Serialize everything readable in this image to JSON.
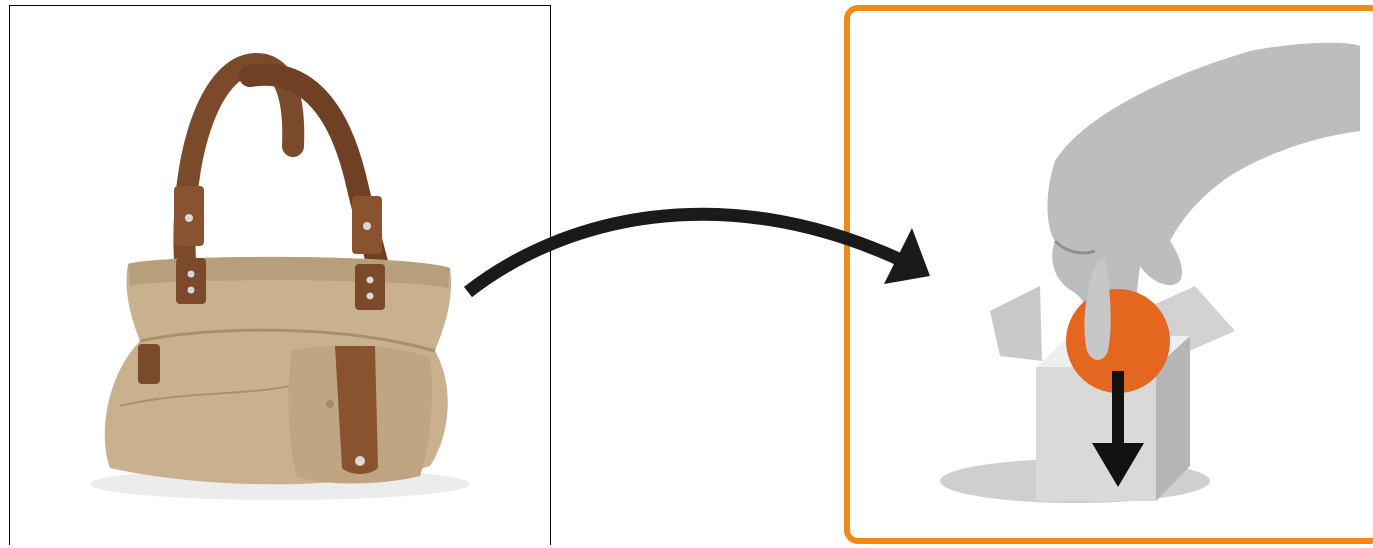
{
  "scene": {
    "left_image": {
      "subject": "canvas-handbag",
      "colors": {
        "canvas": "#c9b08e",
        "canvas_dark": "#a88f6d",
        "leather": "#7b4a2a",
        "leather_light": "#9a5f38",
        "rivet": "#d8d8d8"
      }
    },
    "right_image": {
      "subject": "hand-placing-orange-disc-into-box",
      "colors": {
        "frame": "#f28a1a",
        "hand": "#bdbdbd",
        "hand_shade": "#8f8f8f",
        "box": "#d9d9d9",
        "box_shade": "#b5b5b5",
        "disc": "#e4671f",
        "arrow": "#111111"
      }
    },
    "connector": {
      "icon": "curved-arrow-right",
      "color": "#1a1a1a"
    }
  }
}
